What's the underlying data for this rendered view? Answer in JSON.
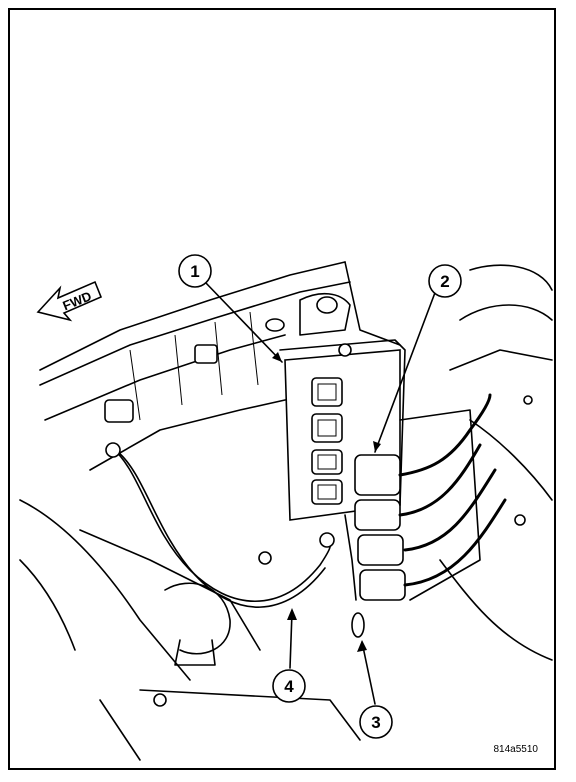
{
  "direction_label": "FWD",
  "callouts": [
    {
      "number": "1"
    },
    {
      "number": "2"
    },
    {
      "number": "3"
    },
    {
      "number": "4"
    }
  ],
  "figure_reference": "814a5510",
  "colors": {
    "ink": "#000000",
    "paper": "#ffffff"
  }
}
